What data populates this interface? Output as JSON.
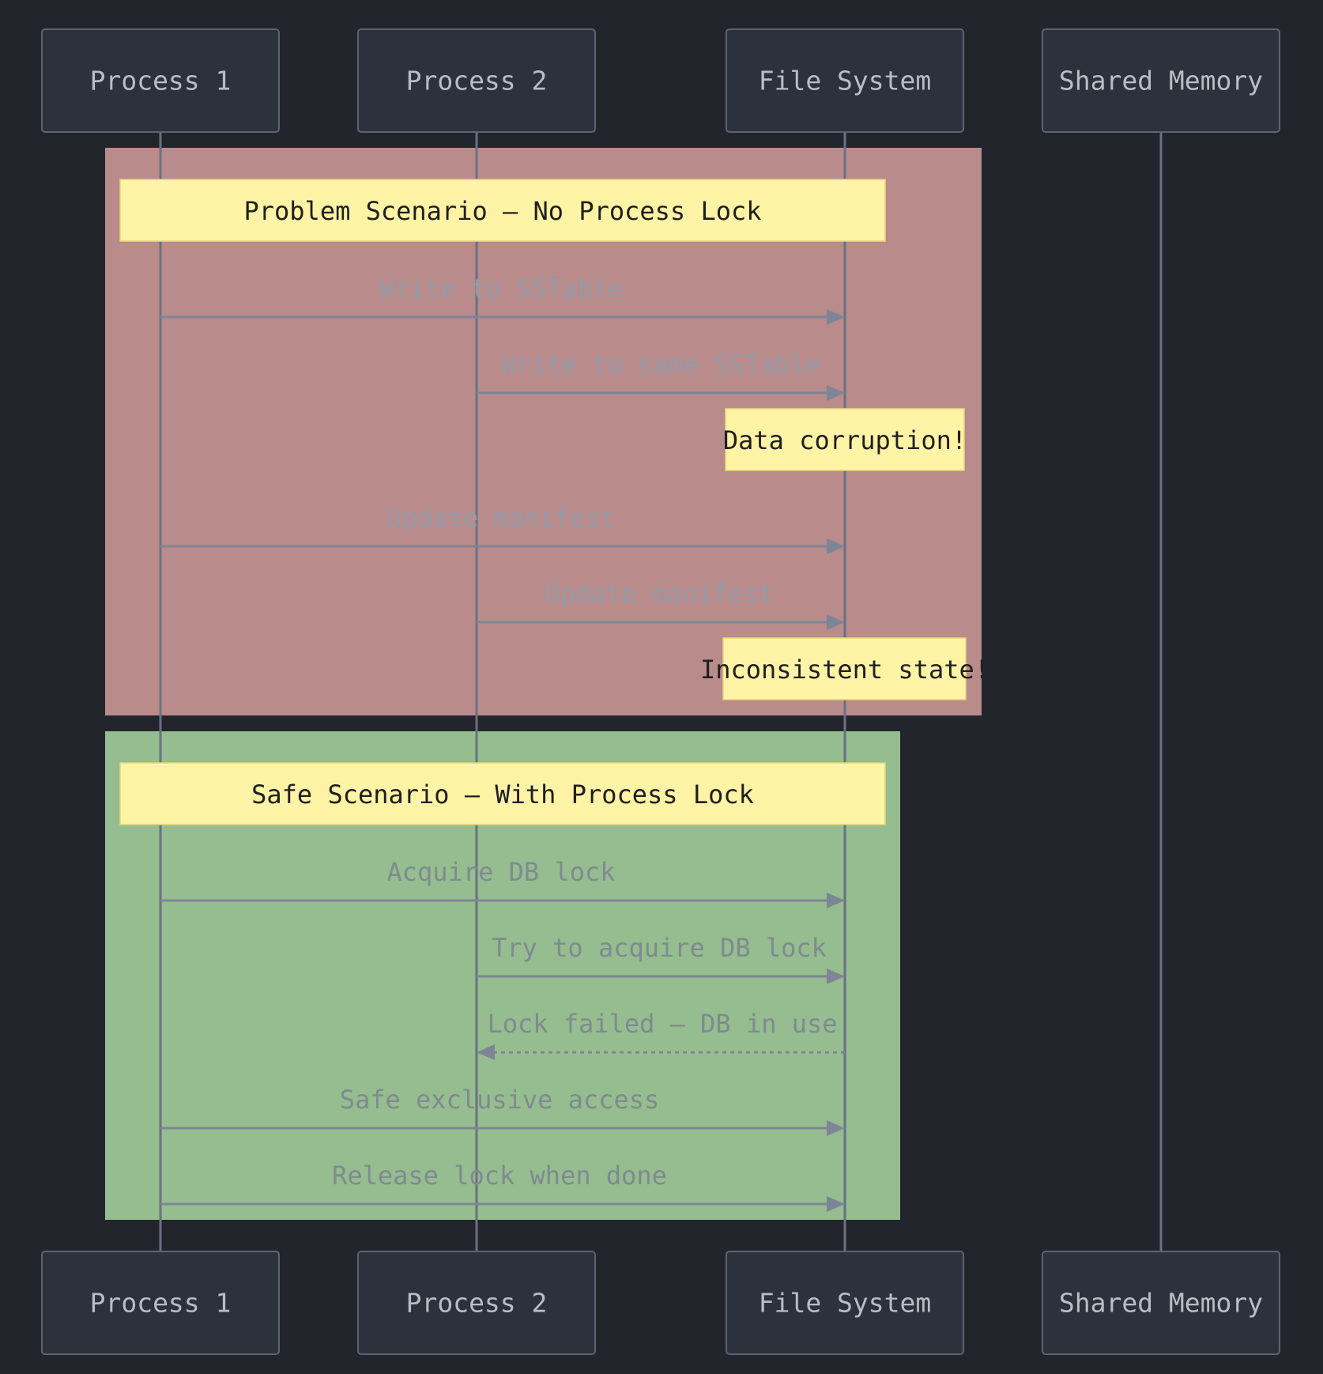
{
  "actors": [
    {
      "id": "p1",
      "label": "Process 1"
    },
    {
      "id": "p2",
      "label": "Process 2"
    },
    {
      "id": "fs",
      "label": "File System"
    },
    {
      "id": "sm",
      "label": "Shared Memory"
    }
  ],
  "colors": {
    "background": "#23252d",
    "problem_region": "#b98b8b",
    "safe_region": "#95bd8f",
    "note": "#fff3a6",
    "lifeline": "#6b7082",
    "arrow": "#7e8596"
  },
  "regions": [
    {
      "id": "problem",
      "color": "#b98b8b",
      "note": "Problem Scenario – No Process Lock",
      "messages": [
        {
          "from": "p1",
          "to": "fs",
          "label": "Write to SSTable",
          "style": "solid"
        },
        {
          "from": "p2",
          "to": "fs",
          "label": "Write to same SSTable",
          "style": "solid"
        },
        {
          "note_over": "fs",
          "label": "Data corruption!"
        },
        {
          "from": "p1",
          "to": "fs",
          "label": "Update manifest",
          "style": "solid"
        },
        {
          "from": "p2",
          "to": "fs",
          "label": "Update manifest",
          "style": "solid"
        },
        {
          "note_over": "fs",
          "label": "Inconsistent state!"
        }
      ]
    },
    {
      "id": "safe",
      "color": "#95bd8f",
      "note": "Safe Scenario – With Process Lock",
      "messages": [
        {
          "from": "p1",
          "to": "fs",
          "label": "Acquire DB lock",
          "style": "solid"
        },
        {
          "from": "p2",
          "to": "fs",
          "label": "Try to acquire DB lock",
          "style": "solid"
        },
        {
          "from": "fs",
          "to": "p2",
          "label": "Lock failed – DB in use",
          "style": "dashed"
        },
        {
          "from": "p1",
          "to": "fs",
          "label": "Safe exclusive access",
          "style": "solid"
        },
        {
          "from": "p1",
          "to": "fs",
          "label": "Release lock when done",
          "style": "solid"
        }
      ]
    }
  ]
}
